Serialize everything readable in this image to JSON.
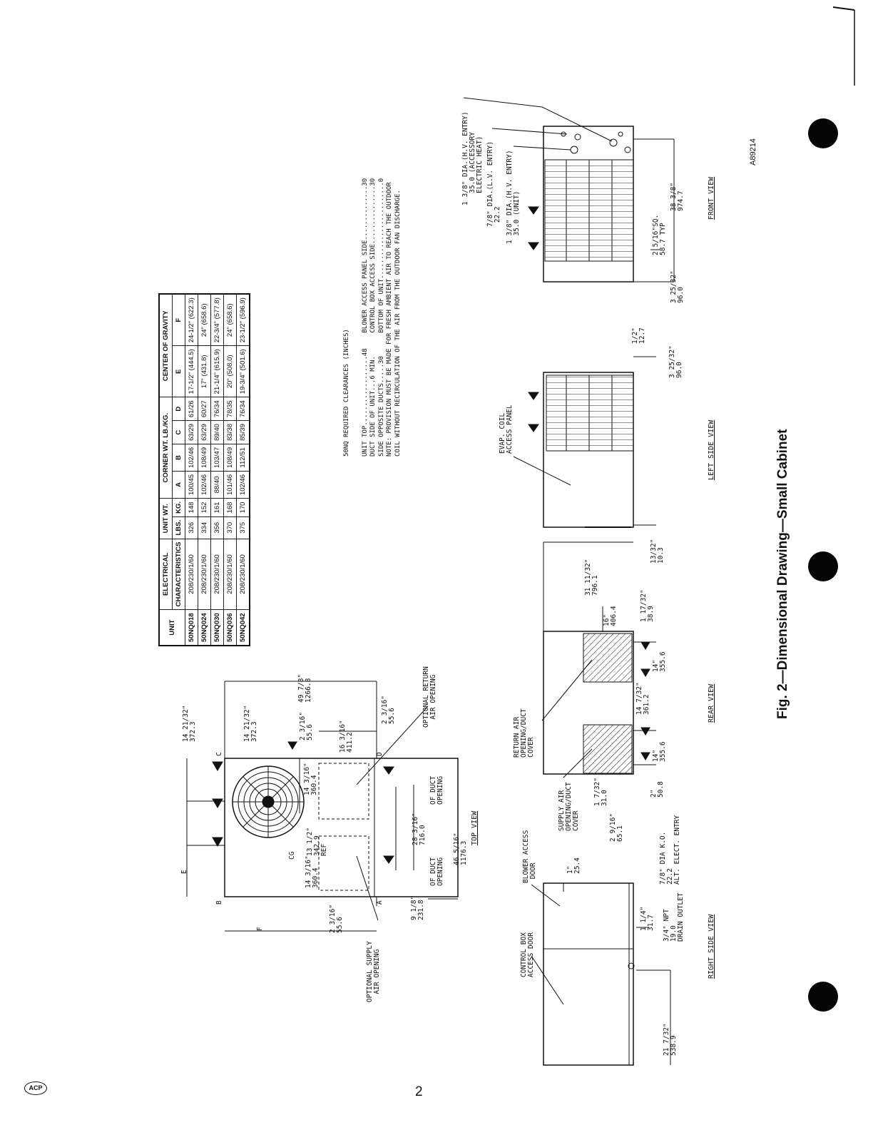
{
  "table": {
    "group_headers": {
      "electrical": "ELECTRICAL",
      "unit_wt": "UNIT WT.",
      "corner_wt": "CORNER WT. LB./KG.",
      "cog": "CENTER OF GRAVITY"
    },
    "columns": [
      "UNIT",
      "CHARACTERISTICS",
      "LBS.",
      "KG.",
      "A",
      "B",
      "C",
      "D",
      "E",
      "F"
    ],
    "rows": [
      [
        "50NQ018",
        "208/230/1/60",
        "326",
        "148",
        "100/45",
        "102/46",
        "63/29",
        "61/26",
        "17-1/2\" (444.5)",
        "24-1/2\" (622.3)"
      ],
      [
        "50NQ024",
        "208/230/1/60",
        "334",
        "152",
        "102/46",
        "108/49",
        "63/29",
        "60/27",
        "17\" (431.8)",
        "24\" (658.6)"
      ],
      [
        "50NQ030",
        "208/230/1/60",
        "356",
        "161",
        "88/40",
        "103/47",
        "89/40",
        "76/34",
        "21-1/4\" (615.9)",
        "22-3/4\" (577.8)"
      ],
      [
        "50NQ036",
        "208/230/1/60",
        "370",
        "168",
        "101/46",
        "108/49",
        "83/38",
        "78/35",
        "20\" (508.0)",
        "24\" (658.6)"
      ],
      [
        "50NQ042",
        "208/230/1/60",
        "375",
        "170",
        "102/46",
        "112/51",
        "85/39",
        "76/34",
        "19-3/4\" (501.6)",
        "23-1/2\" (596.9)"
      ]
    ]
  },
  "clearances": {
    "heading": "50NQ REQUIRED CLEARANCES (INCHES)",
    "lines": [
      "UNIT TOP..................48    BLOWER ACCESS PANEL SIDE..............30",
      "DUCT SIDE OF UNIT...6 MIN.      CONTROL BOX ACCESS SIDE...............30",
      "SIDE OPPOSITE DUCTS.....30      BOTTOM OF UNIT.........................0",
      "NOTE: PROVISION MUST BE MADE FOR FRESH AMBIENT AIR TO REACH THE OUTDOOR",
      "COIL WITHOUT RECIRCULATION OF THE AIR FROM THE OUTDOOR FAN DISCHARGE."
    ]
  },
  "views": {
    "top": "TOP VIEW",
    "rear": "REAR VIEW",
    "right_side": "RIGHT SIDE VIEW",
    "left_side": "LEFT SIDE VIEW",
    "front": "FRONT VIEW"
  },
  "top_view": {
    "d1": "14 21/32\"",
    "d1m": "372.3",
    "d2": "14 21/32\"",
    "d2m": "372.3",
    "d3": "49 7/8\"",
    "d3m": "1266.8",
    "d4": "2 3/16\"",
    "d4m": "55.6",
    "d5": "16 3/16\"",
    "d5m": "411.2",
    "d6": "2 3/16\"",
    "d6m": "55.6",
    "d7": "14 3/16\"",
    "d7m": "360.4",
    "d8": "13 1/2\"",
    "d8m": "342.9",
    "d8r": "REF",
    "d9": "14 3/16\"",
    "d9m": "360.4",
    "d10": "28 3/16\"",
    "d10m": "716.0",
    "d11": "46 5/16\"",
    "d11m": "1176.3",
    "d12": "2 3/16\"",
    "d12m": "55.6",
    "d13": "9 1/8\"",
    "d13m": "231.8",
    "cg": "CG",
    "duct1": "OF DUCT",
    "duct1b": "OPENING",
    "duct2": "OF DUCT",
    "duct2b": "OPENING",
    "ret1": "OPTIONAL RETURN",
    "ret2": "AIR OPENING",
    "sup1": "OPTIONAL SUPPLY",
    "sup2": "AIR OPENING",
    "A": "A",
    "B": "B",
    "C": "C",
    "D": "D",
    "E": "E",
    "F": "F"
  },
  "rear_view": {
    "ret1": "RETURN AIR",
    "ret2": "OPENING/DUCT",
    "ret3": "COVER",
    "sup1": "SUPPLY AIR",
    "sup2": "OPENING/DUCT",
    "sup3": "COVER",
    "d1": "31 11/32\"",
    "d1m": "796.1",
    "d2": "16\"",
    "d2m": "406.4",
    "d3": "1 17/32\"",
    "d3m": "38.9",
    "d4": "14\"",
    "d4m": "355.6",
    "d5": "14 7/32\"",
    "d5m": "361.2",
    "d6": "14\"",
    "d6m": "355.6",
    "d7": "2\"",
    "d7m": "50.8",
    "d8": "1 7/32\"",
    "d8m": "31.0",
    "d9": "2 9/16\"",
    "d9m": "65.1",
    "ko1": "7/8\" DIA K.O.",
    "ko2": "22.2",
    "ko3": "ALT. ELECT. ENTRY",
    "d10": "13/32\"",
    "d10m": "10.3"
  },
  "right_view": {
    "blower1": "BLOWER ACCESS",
    "blower2": "DOOR",
    "d1": "1\"",
    "d1m": "25.4",
    "control1": "CONTROL BOX",
    "control2": "ACCESS DOOR",
    "d2": "1 1/4\"",
    "d2m": "31.7",
    "npt1": "3/4\" NPT",
    "npt2": "19.0",
    "npt3": "DRAIN OUTLET",
    "d3": "21 7/32\"",
    "d3m": "538.9"
  },
  "left_view": {
    "evap1": "EVAP. COIL",
    "evap2": "ACCESS PANEL",
    "d1": "1/2\"",
    "d1m": "12.7",
    "d2": "3 25/32\"",
    "d2m": "96.0"
  },
  "front_view": {
    "l1a": "1 3/8\" DIA.(H.V. ENTRY)",
    "l1b": "35.0 (ACCESSORY",
    "l1c": "ELECTRIC HEAT)",
    "l2a": "7/8\" DIA.(L.V. ENTRY)",
    "l2b": "22.2",
    "l3a": "1 3/8\" DIA.(H.V. ENTRY)",
    "l3b": "35.0 (UNIT)",
    "d1": "2 5/16\"SQ.",
    "d1m": "58.7 TYP",
    "d2": "38 3/8\"",
    "d2m": "974.7",
    "d3": "3 25/32\"",
    "d3m": "96.0"
  },
  "doc_id": "A89214",
  "caption": "Fig. 2—Dimensional Drawing—Small Cabinet",
  "page_number": "2",
  "logo_text": "ACP"
}
